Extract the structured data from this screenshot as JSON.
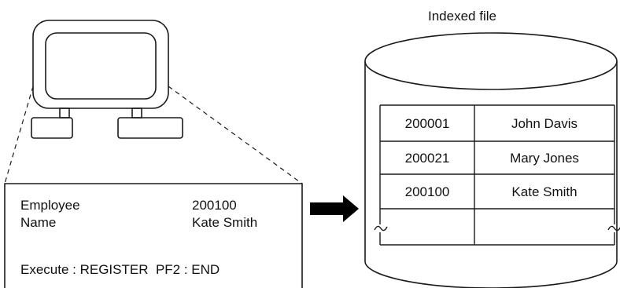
{
  "file_title": "Indexed file",
  "screen": {
    "row1_label": "Employee",
    "row1_value": "200100",
    "row2_label": "Name",
    "row2_value": "Kate Smith",
    "footer": "Execute : REGISTER  PF2 : END"
  },
  "records": [
    {
      "number": "200001",
      "name": "John Davis"
    },
    {
      "number": "200021",
      "name": "Mary Jones"
    },
    {
      "number": "200100",
      "name": "Kate Smith"
    },
    {
      "number": "",
      "name": ""
    }
  ],
  "colors": {
    "line": "#1a1a1a",
    "background": "#ffffff"
  },
  "icons": [
    "computer-terminal-icon",
    "arrow-right-icon",
    "cylinder-database-icon"
  ]
}
